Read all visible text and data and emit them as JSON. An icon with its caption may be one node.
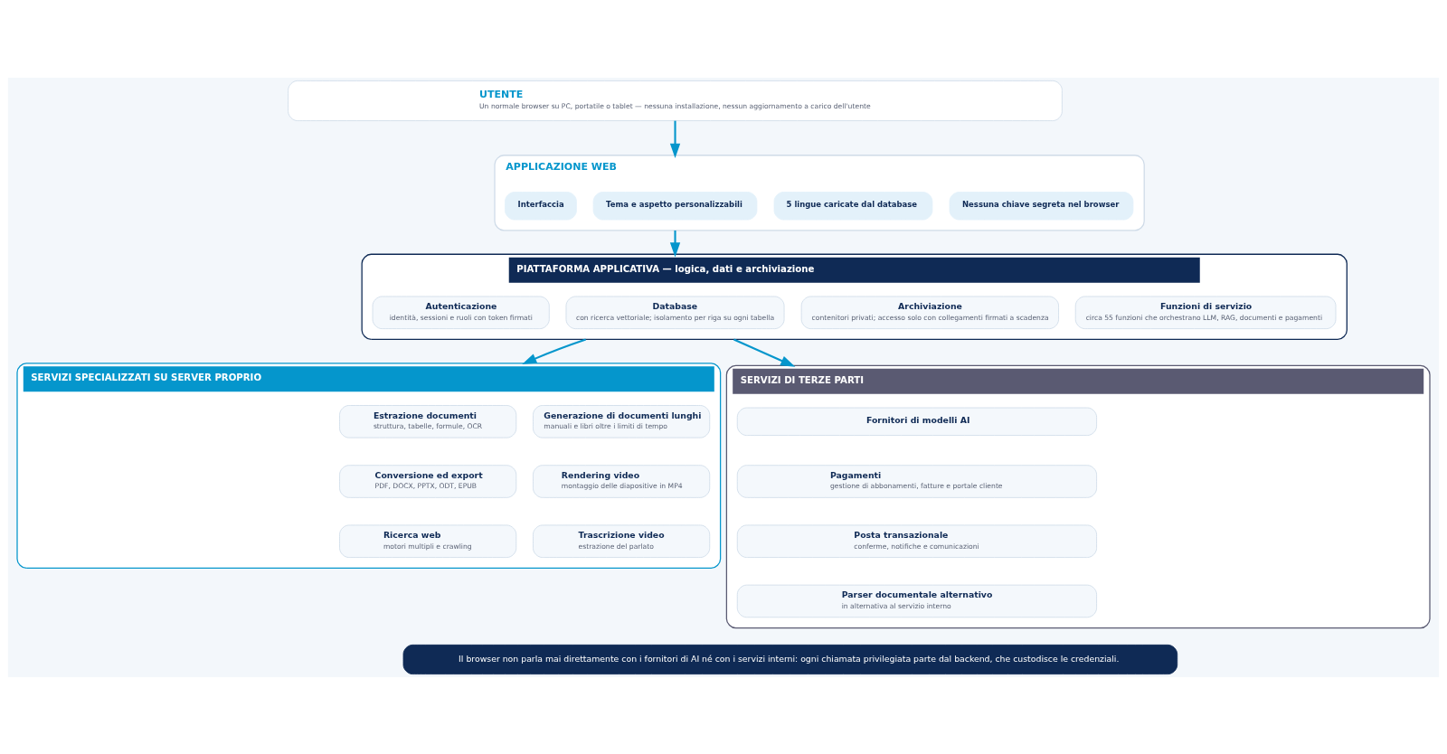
{
  "diagram": {
    "nodes": [
      {
        "text": [
          "UTENTE",
          "Un normale browser su PC, portatile o tablet — nessuna installazione, nessun aggiornamento a carico dell'utente"
        ]
      },
      {
        "text": [
          "APPLICAZIONE WEB"
        ]
      },
      {
        "text": [
          "Interfaccia"
        ],
        "in": 1
      },
      {
        "text": [
          "Tema e aspetto personalizzabili"
        ],
        "in": 1
      },
      {
        "text": [
          "5 lingue caricate dal database"
        ],
        "in": 1
      },
      {
        "text": [
          "Nessuna chiave segreta nel browser"
        ],
        "in": 1
      },
      {
        "text": [
          "PIATTAFORMA APPLICATIVA — logica, dati e archiviazione"
        ]
      },
      {
        "text": [
          "Autenticazione",
          "identità, sessioni e ruoli con token firmati"
        ],
        "in": 6
      },
      {
        "text": [
          "Database",
          "con ricerca vettoriale; isolamento per riga su ogni tabella"
        ],
        "in": 6
      },
      {
        "text": [
          "Archiviazione",
          "contenitori privati; accesso solo con collegamenti firmati a scadenza"
        ],
        "in": 6
      },
      {
        "text": [
          "Funzioni di servizio",
          "circa 55 funzioni che orchestrano LLM, RAG, documenti e pagamenti"
        ],
        "in": 6
      },
      {
        "text": [
          "SERVIZI SPECIALIZZATI SU SERVER PROPRIO"
        ]
      },
      {
        "text": [
          "Estrazione documenti",
          "struttura, tabelle, formule, OCR"
        ],
        "in": 11
      },
      {
        "text": [
          "Generazione di documenti lunghi",
          "manuali e libri oltre i limiti di tempo"
        ],
        "in": 11
      },
      {
        "text": [
          "Conversione ed export",
          "PDF, DOCX, PPTX, ODT, EPUB"
        ],
        "in": 11
      },
      {
        "text": [
          "Rendering video",
          "montaggio delle diapositive in MP4"
        ],
        "in": 11
      },
      {
        "text": [
          "Ricerca web",
          "motori multipli e crawling"
        ],
        "in": 11
      },
      {
        "text": [
          "Trascrizione video",
          "estrazione del parlato"
        ],
        "in": 11
      },
      {
        "text": [
          "SERVIZI DI TERZE PARTI"
        ]
      },
      {
        "text": [
          "Fornitori di modelli AI"
        ],
        "in": 18
      },
      {
        "text": [
          "Pagamenti",
          "gestione di abbonamenti, fatture e portale cliente"
        ],
        "in": 18
      },
      {
        "text": [
          "Posta transazionale",
          "conferme, notifiche e comunicazioni"
        ],
        "in": 18
      },
      {
        "text": [
          "Parser documentale alternativo",
          "in alternativa al servizio interno"
        ],
        "in": 18
      },
      {
        "text": [
          "Il browser non parla mai direttamente con i fornitori di AI né con i servizi interni: ogni chiamata privilegiata parte dal backend, che custodisce le credenziali."
        ]
      }
    ],
    "edges": [
      {
        "from": 0,
        "to": 1,
        "arrow": "to"
      },
      {
        "from": 1,
        "to": 6,
        "arrow": "to"
      },
      {
        "from": 6,
        "to": 11,
        "arrow": "to"
      },
      {
        "from": 6,
        "to": 18,
        "arrow": "to"
      }
    ]
  }
}
